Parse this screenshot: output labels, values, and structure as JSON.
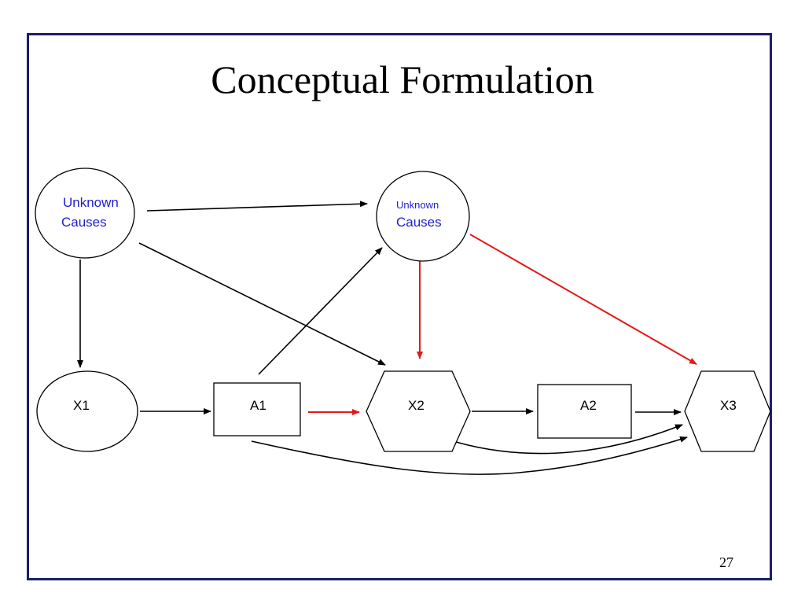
{
  "slide": {
    "title": "Conceptual Formulation",
    "page_number": "27"
  },
  "colors": {
    "frame_border": "#1a1f6e",
    "causes_text": "#1f1fcc",
    "edge_default": "#000000",
    "edge_highlight": "#e31a1a"
  },
  "nodes": {
    "unknown_causes_1": {
      "line1": "Unknown",
      "line2": "Causes",
      "shape": "ellipse"
    },
    "unknown_causes_2": {
      "line1": "Unknown",
      "line2": "Causes",
      "shape": "ellipse"
    },
    "x1": {
      "label": "X1",
      "shape": "ellipse"
    },
    "a1": {
      "label": "A1",
      "shape": "rectangle"
    },
    "x2": {
      "label": "X2",
      "shape": "hexagon"
    },
    "a2": {
      "label": "A2",
      "shape": "rectangle"
    },
    "x3": {
      "label": "X3",
      "shape": "hexagon"
    }
  },
  "edges": [
    {
      "from": "Unknown Causes (1)",
      "to": "Unknown Causes (2)",
      "color": "black"
    },
    {
      "from": "Unknown Causes (1)",
      "to": "X1",
      "color": "black"
    },
    {
      "from": "Unknown Causes (1)",
      "to": "X2",
      "color": "black"
    },
    {
      "from": "A1",
      "to": "Unknown Causes (2)",
      "color": "black"
    },
    {
      "from": "Unknown Causes (2)",
      "to": "X2",
      "color": "red"
    },
    {
      "from": "Unknown Causes (2)",
      "to": "X3",
      "color": "red"
    },
    {
      "from": "X1",
      "to": "A1",
      "color": "black"
    },
    {
      "from": "A1",
      "to": "X2",
      "color": "red"
    },
    {
      "from": "X2",
      "to": "A2",
      "color": "black"
    },
    {
      "from": "A2",
      "to": "X3",
      "color": "black"
    },
    {
      "from": "X2",
      "to": "X3",
      "color": "black",
      "style": "curved"
    },
    {
      "from": "A1",
      "to": "X3",
      "color": "black",
      "style": "curved"
    }
  ]
}
